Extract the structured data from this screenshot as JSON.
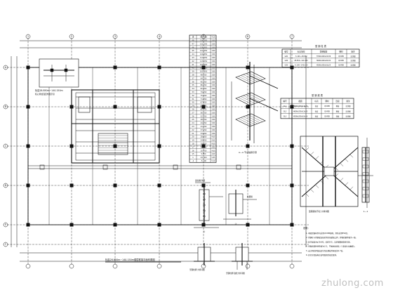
{
  "plan": {
    "title": "标高28.850m~140.150m楼层框架平面布置图",
    "inset_caption": "标高28.850m~140.150m",
    "inset_subcaption": "核心筒加强层布置示意",
    "col_labels": [
      "1",
      "2",
      "3",
      "4",
      "5",
      "6",
      "7"
    ],
    "row_labels": [
      "A",
      "B",
      "C",
      "D",
      "E",
      "F"
    ]
  },
  "schedule": {
    "rows": [
      {
        "no": "顶",
        "elev": "140.150",
        "h": "4.10"
      },
      {
        "no": "48",
        "elev": "136.050",
        "h": "3.80"
      },
      {
        "no": "47",
        "elev": "132.250",
        "h": "3.80"
      },
      {
        "no": "46",
        "elev": "128.450",
        "h": "3.80"
      },
      {
        "no": "45",
        "elev": "124.650",
        "h": "3.80"
      },
      {
        "no": "44",
        "elev": "120.850",
        "h": "3.80"
      },
      {
        "no": "43",
        "elev": "117.050",
        "h": "3.80"
      },
      {
        "no": "42",
        "elev": "113.250",
        "h": "3.80"
      },
      {
        "no": "41",
        "elev": "109.450",
        "h": "3.80"
      },
      {
        "no": "40",
        "elev": "105.650",
        "h": "3.80"
      },
      {
        "no": "39",
        "elev": "101.850",
        "h": "3.80"
      },
      {
        "no": "38",
        "elev": "98.050",
        "h": "3.80"
      },
      {
        "no": "37",
        "elev": "94.250",
        "h": "3.80"
      },
      {
        "no": "36",
        "elev": "90.450",
        "h": "3.80"
      },
      {
        "no": "35",
        "elev": "86.650",
        "h": "3.80"
      },
      {
        "no": "34",
        "elev": "82.850",
        "h": "3.80"
      },
      {
        "no": "33",
        "elev": "79.050",
        "h": "3.80"
      },
      {
        "no": "32",
        "elev": "75.250",
        "h": "3.80"
      },
      {
        "no": "31",
        "elev": "71.450",
        "h": "3.80"
      },
      {
        "no": "30",
        "elev": "67.650",
        "h": "3.80"
      },
      {
        "no": "29",
        "elev": "63.850",
        "h": "3.80"
      },
      {
        "no": "28",
        "elev": "60.050",
        "h": "3.80"
      },
      {
        "no": "27",
        "elev": "56.250",
        "h": "3.80"
      },
      {
        "no": "26",
        "elev": "52.450",
        "h": "3.80"
      },
      {
        "no": "25",
        "elev": "48.650",
        "h": "3.80"
      },
      {
        "no": "24",
        "elev": "44.850",
        "h": "3.80"
      },
      {
        "no": "23",
        "elev": "41.050",
        "h": "3.80"
      },
      {
        "no": "22",
        "elev": "37.250",
        "h": "3.80"
      },
      {
        "no": "21",
        "elev": "33.450",
        "h": "3.80"
      },
      {
        "no": "20",
        "elev": "28.850",
        "h": "4.60"
      },
      {
        "no": "19",
        "elev": "24.250",
        "h": "4.60"
      },
      {
        "no": "18",
        "elev": "19.650",
        "h": "4.60"
      },
      {
        "no": "17",
        "elev": "15.050",
        "h": "4.60"
      },
      {
        "no": "16",
        "elev": "10.450",
        "h": "4.60"
      },
      {
        "no": "15",
        "elev": "5.850",
        "h": "4.60"
      },
      {
        "no": "1",
        "elev": "±0.000",
        "h": "5.85"
      },
      {
        "no": "-1",
        "elev": "-5.100",
        "h": "5.10"
      }
    ]
  },
  "iso_caption": "A—A  节点轴测示意",
  "table1": {
    "title": "型 钢 柱 表",
    "headers": [
      "编号",
      "标高范围",
      "型钢截面",
      "钢材",
      "备注"
    ],
    "rows": [
      [
        "GZ1",
        "-5.100~28.850",
        "H700x400x22x36",
        "Q345B",
        "见详图"
      ],
      [
        "GZ2",
        "28.850~140.150",
        "H600x400x20x32",
        "Q345B",
        "见详图"
      ],
      [
        "GZ3",
        "-5.100~140.150",
        "H500x300x16x25",
        "Q345B",
        "见详图"
      ]
    ]
  },
  "table2": {
    "title": "型 钢 梁 表",
    "headers": [
      "编号",
      "截面",
      "标高",
      "钢材",
      "连接",
      "备注"
    ],
    "rows": [
      [
        "GL1",
        "H800x300x14x26",
        "各层",
        "Q345B",
        "刚接",
        "见详图"
      ],
      [
        "GL2",
        "H600x250x12x20",
        "各层",
        "Q345B",
        "刚接",
        "见详图"
      ],
      [
        "GL3",
        "H500x200x10x16",
        "各层",
        "Q345B",
        "铰接",
        "见详图"
      ]
    ]
  },
  "node": {
    "caption": "型钢梁柱节点 大样详图",
    "section_caption": "1—1"
  },
  "details": {
    "d1_title": "连接板详图",
    "d1_caption": "①",
    "d2_label": "柱翼缘",
    "d2_caption": "②",
    "bottom1": "型钢柱脚 大样详图",
    "bottom2": "型钢柱脚 锚栓大样详图"
  },
  "notes": {
    "title": "说明：",
    "lines": [
      "1. 本图型钢构件均采用Q345B钢材，焊条采用E50型。",
      "2. 型钢柱与型钢梁连接采用全熔透坡口焊，焊缝质量等级为一级。",
      "3. 栓钉规格为φ19x80，间距200，沿型钢翼缘双排布置。",
      "4. 型钢表面除锈等级Sa2.5，不做防腐涂装（与混凝土接触面）。",
      "5. 未注明的焊缝高度均为较薄板件厚度的0.7倍。",
      "6. 其余详见结构总说明及相关规范要求。"
    ]
  },
  "watermark": "zhulong.com"
}
